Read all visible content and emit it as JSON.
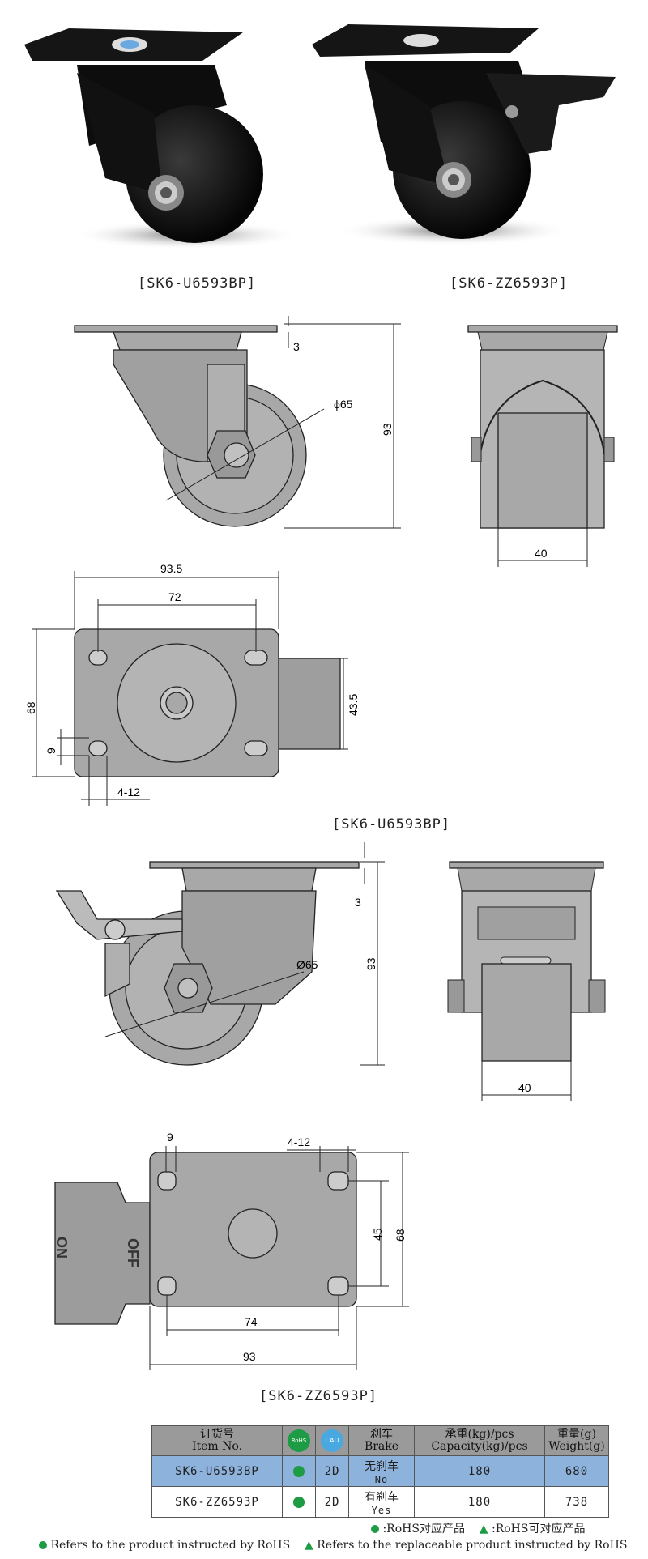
{
  "photos": {
    "left_caption": "[SK6-U6593BP]",
    "right_caption": "[SK6-ZZ6593P]"
  },
  "drawing1": {
    "plate_thickness": "3",
    "wheel_dia": "ϕ65",
    "height": "93",
    "wheel_width": "40",
    "plate_length": "93.5",
    "hole_spacing_x": "72",
    "plate_width": "68",
    "hole_spacing_y": "43.5",
    "hole_offset": "9",
    "slot_size": "4-12",
    "caption": "[SK6-U6593BP]"
  },
  "drawing2": {
    "plate_thickness": "3",
    "wheel_dia": "Ø65",
    "height": "93",
    "wheel_width": "40",
    "hole_offset": "9",
    "slot_size": "4-12",
    "hole_spacing_y": "45",
    "plate_width": "68",
    "hole_spacing_x": "74",
    "plate_length": "93",
    "brake_off": "OFF",
    "brake_on": "ON",
    "caption": "[SK6-ZZ6593P]"
  },
  "table": {
    "headers": {
      "item_cn": "订货号",
      "item_en": "Item No.",
      "rohs": "RoHS",
      "cad": "CAD",
      "brake_cn": "刹车",
      "brake_en": "Brake",
      "cap_cn": "承重(kg)/pcs",
      "cap_en": "Capacity(kg)/pcs",
      "weight_cn": "重量(g)",
      "weight_en": "Weight(g)"
    },
    "rows": [
      {
        "item": "SK6-U6593BP",
        "cad": "2D",
        "brake_cn": "无刹车",
        "brake_en": "No",
        "capacity": "180",
        "weight": "680"
      },
      {
        "item": "SK6-ZZ6593P",
        "cad": "2D",
        "brake_cn": "有刹车",
        "brake_en": "Yes",
        "capacity": "180",
        "weight": "738"
      }
    ]
  },
  "legend": {
    "rohs_cn": ":RoHS对应产品",
    "replace_cn": ":RoHS可对应产品",
    "rohs_en": "Refers to the product instructed by RoHS",
    "replace_en": "Refers to the replaceable product instructed by RoHS"
  },
  "colors": {
    "rohs_green": "#1e9b45",
    "highlight_row": "#8db3dd",
    "header_gray": "#9a9a9a",
    "part_gray": "#a8a8a8"
  }
}
